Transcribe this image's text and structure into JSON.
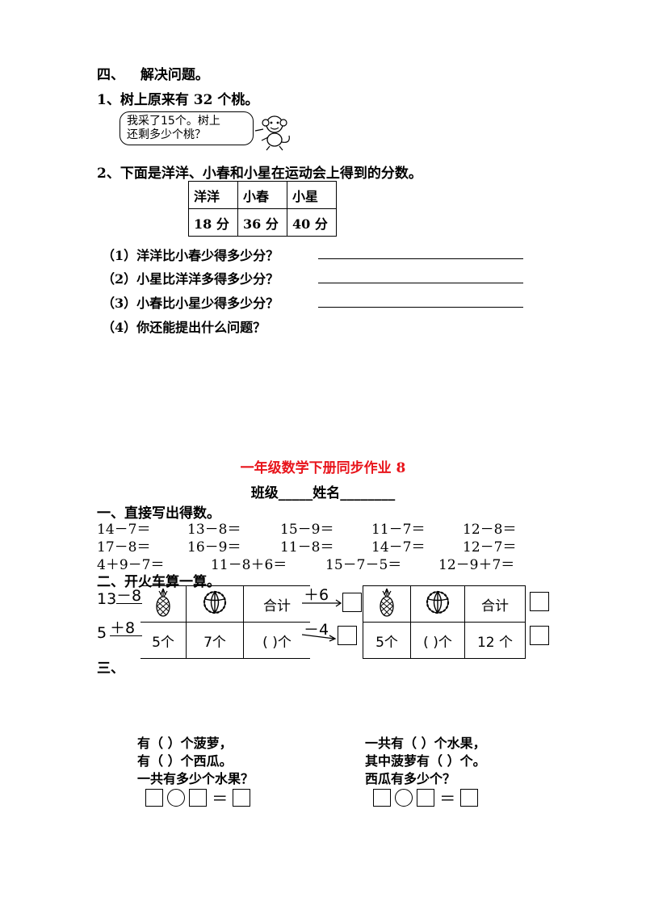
{
  "section4": {
    "heading_num": "四、",
    "heading_text": "解决问题。",
    "q1": "1、树上原来有 32 个桃。",
    "bubble_line1": "我采了15个。树上",
    "bubble_line2": "还剩多少个桃？",
    "q2": "2、下面是洋洋、小春和小星在运动会上得到的分数。",
    "table": {
      "headers": [
        "洋洋",
        "小春",
        "小星"
      ],
      "values": [
        "18 分",
        "36 分",
        "40 分"
      ]
    },
    "sub1": "（1）洋洋比小春少得多少分？",
    "sub2": "（2）小星比洋洋多得多少分？",
    "sub3": "（3）小春比小星少得多少分？",
    "sub4": "（4）你还能提出什么问题？"
  },
  "title": "一年级数学下册同步作业 8",
  "class_name_line": "班级_____姓名________",
  "part1": {
    "heading": "一、直接写出得数。",
    "row1": [
      "14－7＝",
      "13－8＝",
      "15－9＝",
      "11－7＝",
      "12－8＝"
    ],
    "row2": [
      "17－8＝",
      "16－9＝",
      "11－8＝",
      "14－7＝",
      "12－7＝"
    ],
    "row3": [
      "4＋9－7＝",
      "11－8＋6＝",
      "15－7－5＝",
      "12－9＋7＝"
    ]
  },
  "part2": {
    "heading": "二、开火车算一算。",
    "start1": "13",
    "op1": "－8",
    "start2": "5",
    "op2": "＋8",
    "op3": "＋6",
    "op4": "－4"
  },
  "part3": {
    "heading": "三、",
    "left_table": {
      "total_label": "合计",
      "pineapple": "5个",
      "watermelon": "7个",
      "total": "(    )个"
    },
    "right_table": {
      "total_label": "合计",
      "pineapple": "5个",
      "watermelon": "(    )个",
      "total": "12  个"
    },
    "left_text": [
      "有（    ）个菠萝，",
      "有（    ）个西瓜。",
      "一共有多少个水果？"
    ],
    "right_text": [
      "一共有（    ）个水果，",
      "其中菠萝有（    ）个。",
      "西瓜有多少个？"
    ]
  },
  "icons": [
    "monkey-icon",
    "pineapple-icon",
    "watermelon-icon"
  ]
}
